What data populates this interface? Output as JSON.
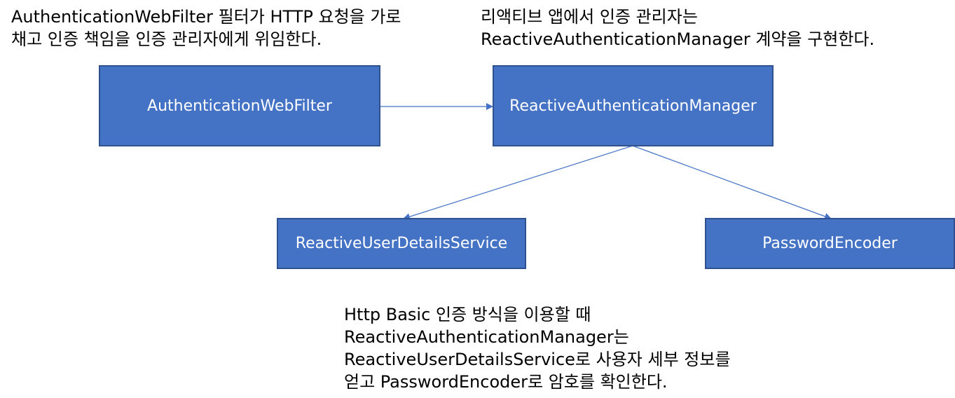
{
  "notes": {
    "filter": {
      "lines": [
        "AuthenticationWebFilter 필터가 HTTP 요청을 가로",
        "채고 인증 책임을 인증 관리자에게 위임한다."
      ]
    },
    "manager": {
      "lines": [
        "리액티브 앱에서 인증 관리자는",
        "ReactiveAuthenticationManager  계약을 구현한다."
      ]
    },
    "basic": {
      "lines": [
        "Http Basic 인증 방식을 이용할 때",
        "ReactiveAuthenticationManager는",
        "ReactiveUserDetailsService로 사용자 세부 정보를",
        "얻고 PasswordEncoder로 암호를 확인한다."
      ]
    }
  },
  "boxes": {
    "web_filter": {
      "label": "AuthenticationWebFilter"
    },
    "auth_manager": {
      "label": "ReactiveAuthenticationManager"
    },
    "user_details_service": {
      "label": "ReactiveUserDetailsService"
    },
    "password_encoder": {
      "label": "PasswordEncoder"
    }
  },
  "colors": {
    "box_fill": "#4472c4",
    "box_border": "#2f528f",
    "box_text": "#ffffff",
    "connector": "#4472c4",
    "note_text": "#000000"
  }
}
